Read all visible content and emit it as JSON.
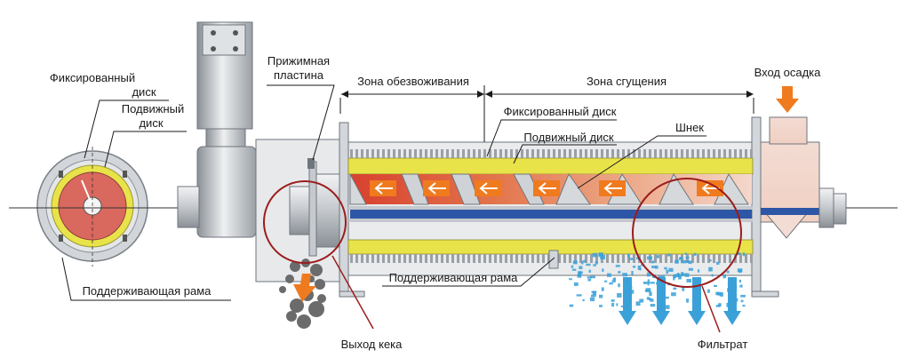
{
  "labels": {
    "fixed_disk_left": [
      "Фиксированный",
      "диск"
    ],
    "moving_disk_left": [
      "Подвижный",
      "диск"
    ],
    "support_frame_left": "Поддерживающая рама",
    "pressure_plate": [
      "Прижимная",
      "пластина"
    ],
    "dewatering_zone": "Зона обезвоживания",
    "thickening_zone": "Зона сгущения",
    "fixed_disk_top": "Фиксированный диск",
    "moving_disk_top": "Подвижный диск",
    "screw": "Шнек",
    "sludge_inlet": "Вход осадка",
    "support_frame_bottom": "Поддерживающая рама",
    "cake_outlet": "Выход кека",
    "filtrate": "Фильтрат"
  },
  "colors": {
    "steel": "#c9cdd2",
    "steel_dark": "#8e949b",
    "yellow_disk": "#e9e34a",
    "red_disk": "#d9685f",
    "blue_shaft": "#2e56a6",
    "arrow_orange": "#f07a1e",
    "water_blue": "#3aa1d8",
    "circle_red": "#9b1c1c",
    "cake": "#6b6b6b"
  }
}
